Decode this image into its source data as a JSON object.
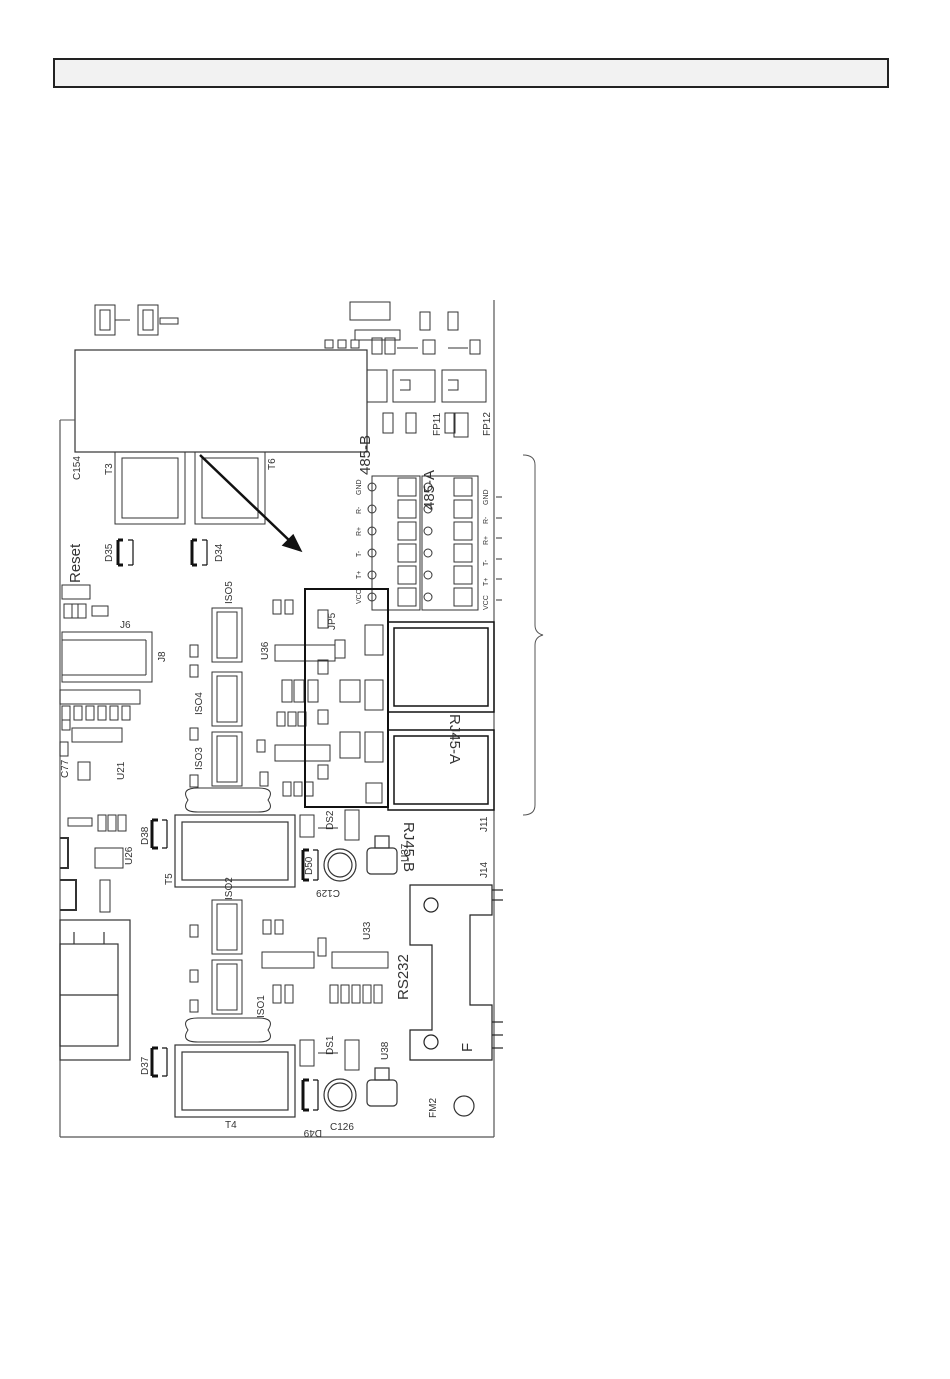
{
  "header": {
    "title": ""
  },
  "labels": {
    "reset": "Reset",
    "rs485_b": "485-B",
    "rs485_a": "485-A",
    "rj45_a": "RJ45-A",
    "rj45_b": "RJ45-B",
    "rs232": "RS232",
    "f_mark": "F",
    "j11": "J11",
    "j14": "J14",
    "t3": "T3",
    "t6": "T6",
    "t4": "T4",
    "t5": "T5",
    "u21": "U21",
    "u26": "U26",
    "u33": "U33",
    "u36": "U36",
    "u37": "U37",
    "u38": "U38",
    "d35": "D35",
    "d34": "D34",
    "d38": "D38",
    "d37": "D37",
    "d49": "D49",
    "d50": "D50",
    "c154": "C154",
    "c126": "C126",
    "c129": "C129",
    "c77": "C77",
    "fm2": "FM2",
    "j8": "J8",
    "j6": "J6",
    "iso1": "ISO1",
    "iso2": "ISO2",
    "iso3": "ISO3",
    "iso4": "ISO4",
    "iso5": "ISO5",
    "ds1": "DS1",
    "ds2": "DS2",
    "fp11": "FP11",
    "fp12": "FP12",
    "jp5": "JP5",
    "gnd": "GND",
    "vcc": "VCC"
  },
  "terminal_pins": [
    "GND",
    "R-",
    "R+",
    "T-",
    "T+",
    "VCC"
  ],
  "callout": {
    "text": ""
  }
}
